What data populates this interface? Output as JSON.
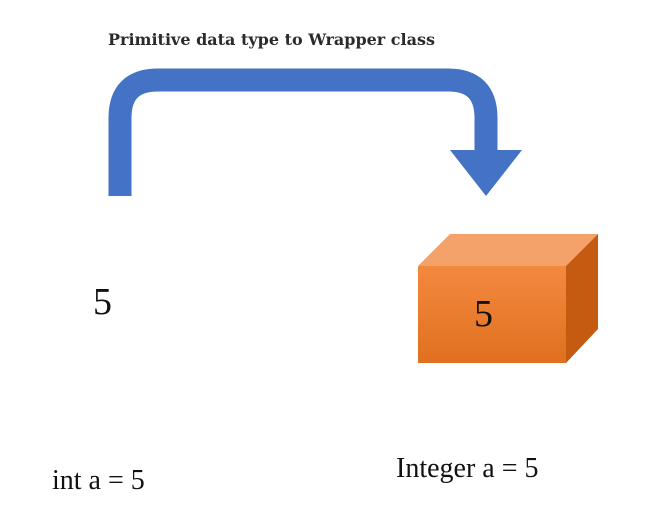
{
  "title": "Primitive data type to Wrapper class",
  "primitive": {
    "value": "5",
    "caption": "int a = 5"
  },
  "wrapper": {
    "value": "5",
    "caption": "Integer a = 5"
  },
  "colors": {
    "arrow": "#4472c4",
    "box_front": "#ed7d31",
    "box_top": "#f4a26a",
    "box_side": "#c55a11"
  }
}
